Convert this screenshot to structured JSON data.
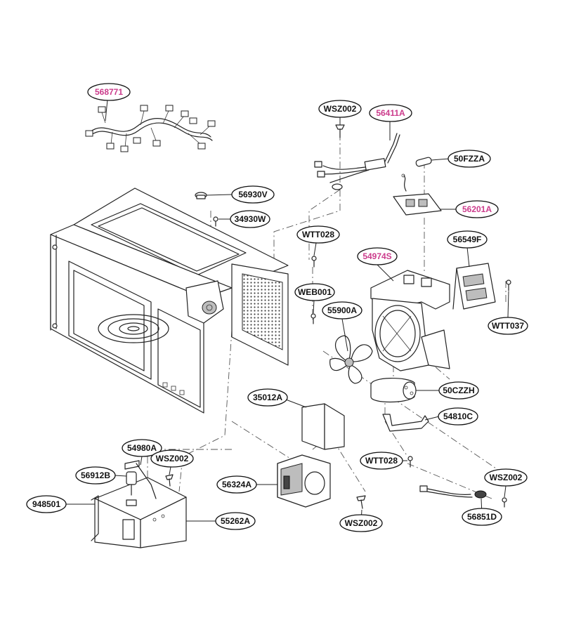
{
  "colors": {
    "new_part": "#cc3c8c",
    "standard_part": "#111111"
  },
  "labels": [
    {
      "id": "568771",
      "text": "568771",
      "highlight": true
    },
    {
      "id": "WSZ002_top",
      "text": "WSZ002",
      "highlight": false
    },
    {
      "id": "56411A",
      "text": "56411A",
      "highlight": true
    },
    {
      "id": "50FZZA",
      "text": "50FZZA",
      "highlight": false
    },
    {
      "id": "56930V",
      "text": "56930V",
      "highlight": false
    },
    {
      "id": "56201A",
      "text": "56201A",
      "highlight": true
    },
    {
      "id": "34930W",
      "text": "34930W",
      "highlight": false
    },
    {
      "id": "WTT028_top",
      "text": "WTT028",
      "highlight": false
    },
    {
      "id": "56549F",
      "text": "56549F",
      "highlight": false
    },
    {
      "id": "54974S",
      "text": "54974S",
      "highlight": true
    },
    {
      "id": "WEB001",
      "text": "WEB001",
      "highlight": false
    },
    {
      "id": "55900A",
      "text": "55900A",
      "highlight": false
    },
    {
      "id": "WTT037",
      "text": "WTT037",
      "highlight": false
    },
    {
      "id": "50CZZH",
      "text": "50CZZH",
      "highlight": false
    },
    {
      "id": "35012A",
      "text": "35012A",
      "highlight": false
    },
    {
      "id": "54810C",
      "text": "54810C",
      "highlight": false
    },
    {
      "id": "54980A",
      "text": "54980A",
      "highlight": false
    },
    {
      "id": "WSZ002_mid",
      "text": "WSZ002",
      "highlight": false
    },
    {
      "id": "WTT028_bot",
      "text": "WTT028",
      "highlight": false
    },
    {
      "id": "56912B",
      "text": "56912B",
      "highlight": false
    },
    {
      "id": "WSZ002_right",
      "text": "WSZ002",
      "highlight": false
    },
    {
      "id": "56324A",
      "text": "56324A",
      "highlight": false
    },
    {
      "id": "948501",
      "text": "948501",
      "highlight": false
    },
    {
      "id": "55262A",
      "text": "55262A",
      "highlight": false
    },
    {
      "id": "WSZ002_bot",
      "text": "WSZ002",
      "highlight": false
    },
    {
      "id": "56851D",
      "text": "56851D",
      "highlight": false
    }
  ]
}
